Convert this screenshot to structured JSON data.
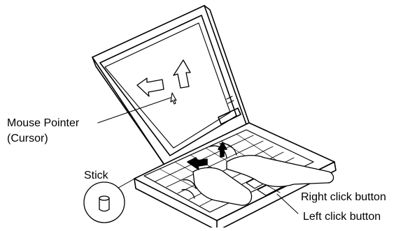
{
  "labels": {
    "mouse_pointer_line1": "Mouse Pointer",
    "mouse_pointer_line2": "(Cursor)",
    "stick": "Stick",
    "right_click_button": "Right click button",
    "left_click_button": "Left click button"
  },
  "colors": {
    "line": "#000000",
    "background": "#ffffff"
  },
  "icons": {
    "stick_detail": "stick-cylinder-icon",
    "motion_arrows": "direction-arrow-icon",
    "cursor": "mouse-pointer-icon"
  }
}
